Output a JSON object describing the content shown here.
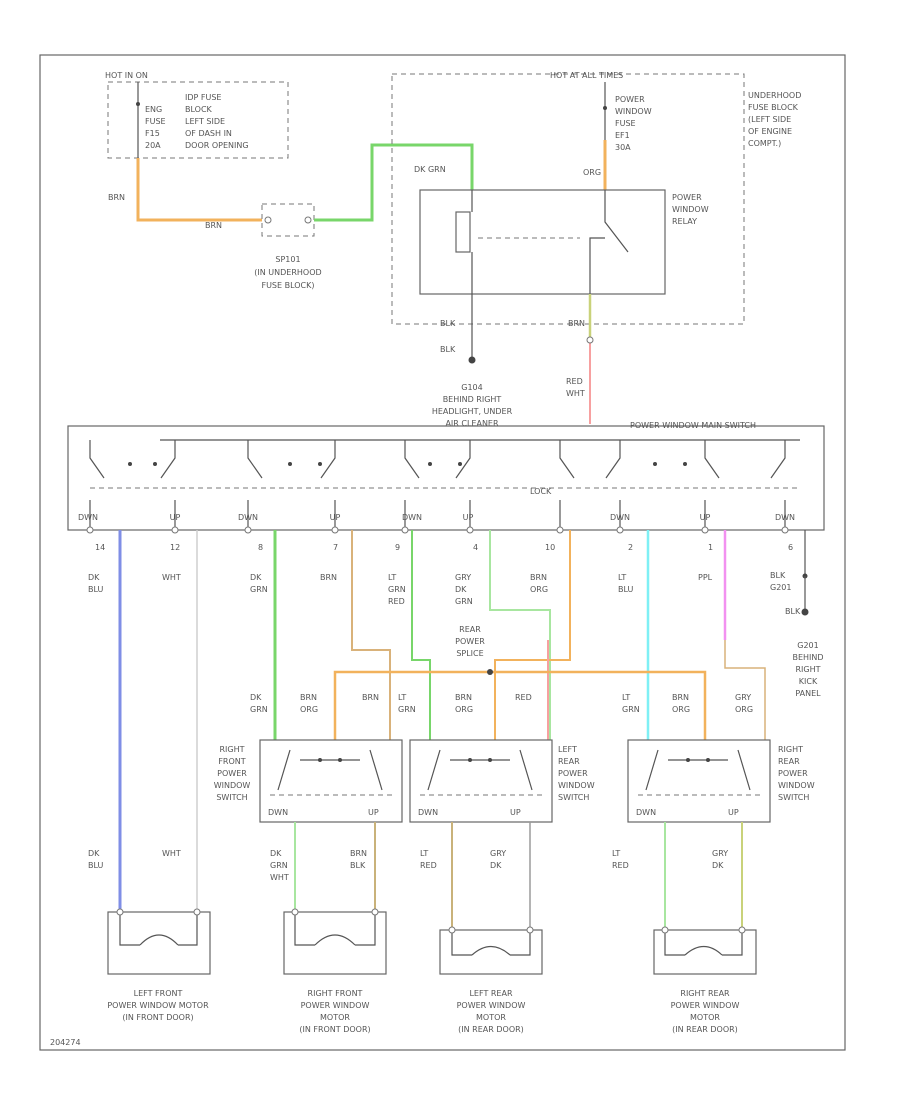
{
  "hot_in_run": "HOT IN ON",
  "idp_fuse_text": [
    "IDP FUSE",
    "BLOCK",
    "LEFT SIDE",
    "OF DASH IN",
    "DOOR OPENING"
  ],
  "idp_fuse_left": [
    "ENG",
    "FUSE",
    "F15",
    "20A"
  ],
  "hot_at_all_times": "HOT AT ALL TIMES",
  "power_window_fuse": [
    "POWER",
    "WINDOW",
    "FUSE",
    "EF1",
    "30A"
  ],
  "underhood_fuse_block": [
    "UNDERHOOD",
    "FUSE BLOCK",
    "(LEFT SIDE",
    "OF ENGINE",
    "COMPT.)"
  ],
  "relay_label": [
    "POWER",
    "WINDOW",
    "RELAY"
  ],
  "sp101": [
    "SP101",
    "(IN UNDERHOOD",
    "FUSE BLOCK)"
  ],
  "g104": [
    "G104",
    "BEHIND RIGHT",
    "HEADLIGHT, UNDER",
    "AIR CLEANER"
  ],
  "main_switch": "POWER WINDOW MAIN SWITCH",
  "lock": "LOCK",
  "wire_brn": "BRN",
  "wire_dk_grn": "DK GRN",
  "wire_org": "ORG",
  "wire_blk": "BLK",
  "wire_red_wht": [
    "RED",
    "WHT"
  ],
  "switch_terminals": [
    "DWN",
    "UP",
    "DWN",
    "UP",
    "DWN",
    "UP",
    "DWN",
    "UP",
    "DWN"
  ],
  "pin_numbers": [
    "14",
    "12",
    "8",
    "7",
    "9",
    "4",
    "10",
    "2",
    "1",
    "6"
  ],
  "switch_wires": [
    [
      "DK",
      "BLU"
    ],
    [
      "WHT"
    ],
    [
      "DK",
      "GRN"
    ],
    [
      "BRN"
    ],
    [
      "LT",
      "GRN",
      "RED"
    ],
    [
      "GRY",
      "DK",
      "GRN"
    ],
    [
      "BRN",
      "ORG"
    ],
    [
      "LT",
      "BLU"
    ],
    [
      "PPL"
    ]
  ],
  "blk_g201": [
    "BLK",
    "G201"
  ],
  "g201_label": [
    "G201",
    "BEHIND",
    "RIGHT",
    "KICK",
    "PANEL"
  ],
  "rear_splice": [
    "REAR",
    "POWER",
    "SPLICE"
  ],
  "rf_switch": [
    "RIGHT",
    "FRONT",
    "POWER",
    "WINDOW",
    "SWITCH"
  ],
  "lr_switch": [
    "LEFT",
    "REAR",
    "POWER",
    "WINDOW",
    "SWITCH"
  ],
  "rr_switch": [
    "RIGHT",
    "REAR",
    "POWER",
    "WINDOW",
    "SWITCH"
  ],
  "motor_lf": [
    "LEFT FRONT",
    "POWER WINDOW MOTOR",
    "(IN FRONT DOOR)"
  ],
  "motor_rf": [
    "RIGHT FRONT",
    "POWER WINDOW",
    "MOTOR",
    "(IN FRONT DOOR)"
  ],
  "motor_lr": [
    "LEFT REAR",
    "POWER WINDOW",
    "MOTOR",
    "(IN REAR DOOR)"
  ],
  "motor_rr": [
    "RIGHT REAR",
    "POWER WINDOW",
    "MOTOR",
    "(IN REAR DOOR)"
  ],
  "doc_id": "204274",
  "colors": {
    "orange": "#f2b25c",
    "green": "#78d66a",
    "blue": "#7f8ee6",
    "cyan": "#7ff0f5",
    "pink": "#f291f0",
    "red": "#f7a0a0",
    "tan": "#d9b27a",
    "lightgreen": "#a8e6a0",
    "olive": "#c9d27a"
  }
}
